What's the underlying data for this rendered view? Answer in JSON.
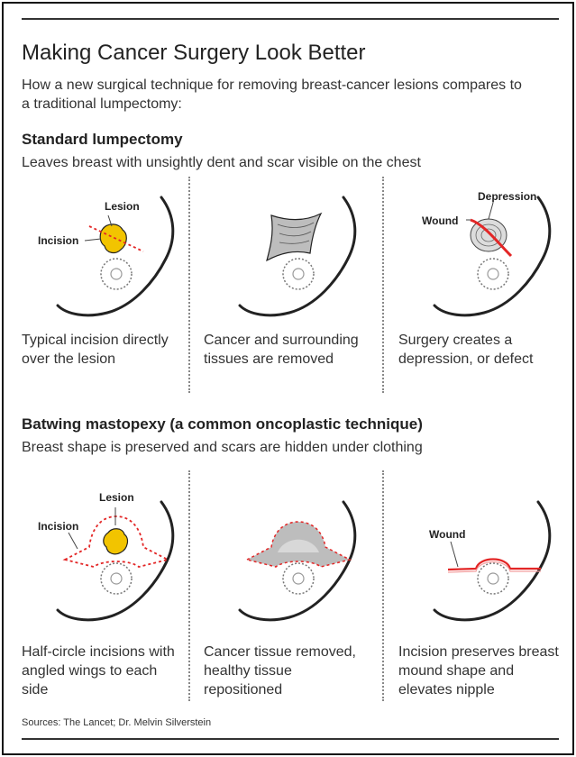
{
  "header": {
    "title": "Making Cancer Surgery Look Better",
    "intro": "How a new surgical technique for removing breast-cancer lesions compares to a traditional lumpectomy:"
  },
  "sections": [
    {
      "title": "Standard lumpectomy",
      "subtitle": "Leaves breast with unsightly dent and scar visible on the chest",
      "panels": [
        {
          "caption": "Typical incision directly over the lesion",
          "labels": [
            "Lesion",
            "Incision"
          ]
        },
        {
          "caption": "Cancer and surrounding tissues are removed",
          "labels": []
        },
        {
          "caption": "Surgery creates a depression, or defect",
          "labels": [
            "Depression",
            "Wound"
          ]
        }
      ]
    },
    {
      "title": "Batwing mastopexy (a common oncoplastic technique)",
      "subtitle": "Breast shape is preserved and scars are hidden under clothing",
      "panels": [
        {
          "caption": "Half-circle incisions with angled wings to each side",
          "labels": [
            "Lesion",
            "Incision"
          ]
        },
        {
          "caption": "Cancer tissue removed, healthy tissue repositioned",
          "labels": []
        },
        {
          "caption": "Incision preserves breast mound shape and elevates nipple",
          "labels": [
            "Wound"
          ]
        }
      ]
    }
  ],
  "footer": {
    "sources": "Sources: The Lancet; Dr. Melvin Silverstein"
  },
  "colors": {
    "lesion": "#f2c400",
    "incision": "#e32626",
    "outline": "#222222",
    "tissue": "#bdbdbd"
  }
}
